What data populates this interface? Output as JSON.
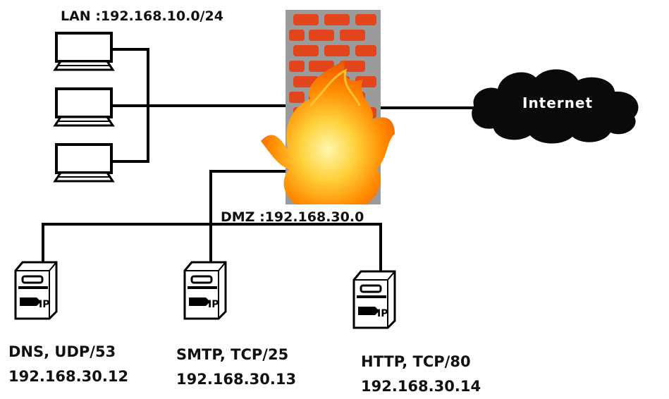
{
  "lan": {
    "label": "LAN :192.168.10.0/24",
    "workstation_count": 3
  },
  "dmz": {
    "label": "DMZ :192.168.30.0"
  },
  "internet": {
    "label": "Internet"
  },
  "firewall": {
    "icon": "firewall-icon"
  },
  "servers": [
    {
      "service": "DNS,  UDP/53",
      "ip": "192.168.30.12"
    },
    {
      "service": "SMTP,  TCP/25",
      "ip": "192.168.30.13"
    },
    {
      "service": "HTTP,  TCP/80",
      "ip": "192.168.30.14"
    }
  ],
  "colors": {
    "brick": "#e2451c",
    "mortar": "#9b9b9b",
    "flame": "#ff8a00",
    "cloud": "#0a0a0a",
    "line": "#000000"
  }
}
